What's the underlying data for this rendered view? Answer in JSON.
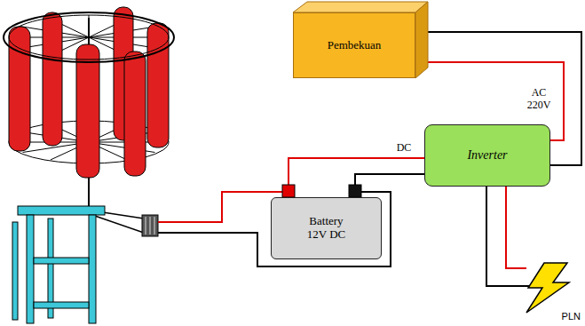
{
  "diagram": {
    "nodes": [
      {
        "text": [
          "Pembekuan"
        ]
      },
      {
        "text": [
          "Inverter"
        ]
      },
      {
        "text": [
          "Battery 12V DC"
        ]
      },
      {
        "text": [
          "PLN"
        ]
      }
    ],
    "edges": [
      {
        "from": 2,
        "to": 1,
        "label": "DC",
        "arrow": "none"
      },
      {
        "from": 1,
        "to": 0,
        "label": "AC 220V",
        "arrow": "none"
      },
      {
        "from": 1,
        "to": 3,
        "arrow": "none"
      }
    ]
  }
}
